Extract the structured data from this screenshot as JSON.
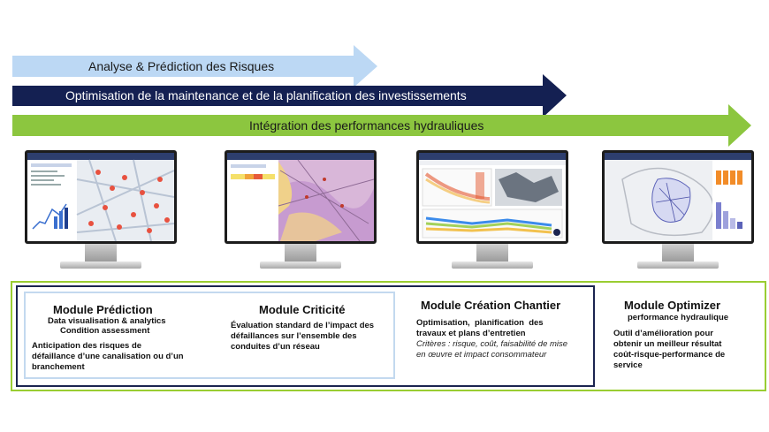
{
  "arrows": [
    {
      "label": "Analyse & Prédiction des Risques",
      "color": "#bcd8f4",
      "text_color": "#1a1a1a"
    },
    {
      "label": "Optimisation de la maintenance et de la planification des investissements",
      "color": "#142052",
      "text_color": "#ffffff"
    },
    {
      "label": "Intégration des performances hydrauliques",
      "color": "#8cc63f",
      "text_color": "#1a1a1a"
    }
  ],
  "monitors": [
    {
      "name": "prediction-map-screen"
    },
    {
      "name": "criticite-map-screen"
    },
    {
      "name": "chantier-dashboard-screen"
    },
    {
      "name": "optimizer-map-screen"
    }
  ],
  "modules": {
    "prediction": {
      "title": "Module Prédiction",
      "subtitle_1": "Data visualisation & analytics",
      "subtitle_2": "Condition assessment",
      "text_1": "Anticipation des risques de",
      "text_2": "défaillance d’une canalisation ou d’un",
      "text_3": "branchement"
    },
    "criticite": {
      "title": "Module Criticité",
      "text_1": "Évaluation standard de l’impact des",
      "text_2": "défaillances sur l’ensemble des",
      "text_3": "conduites d’un réseau"
    },
    "chantier": {
      "title": "Module Création Chantier",
      "text_1": "Optimisation,  planification  des",
      "text_2": "travaux et plans d’entretien",
      "italic_1": "Critères : risque, coût, faisabilité de mise",
      "italic_2": "en œuvre et impact consommateur"
    },
    "optimizer": {
      "title": "Module Optimizer",
      "subtitle_1": "performance hydraulique",
      "text_1": "Outil d’amélioration pour",
      "text_2": "obtenir un meilleur résultat",
      "text_3": "coût-risque-performance de",
      "text_4": "service"
    }
  },
  "colors": {
    "panel_green": "#9acd32",
    "panel_navy": "#1b2450",
    "panel_lightblue": "#c3d9ef"
  }
}
